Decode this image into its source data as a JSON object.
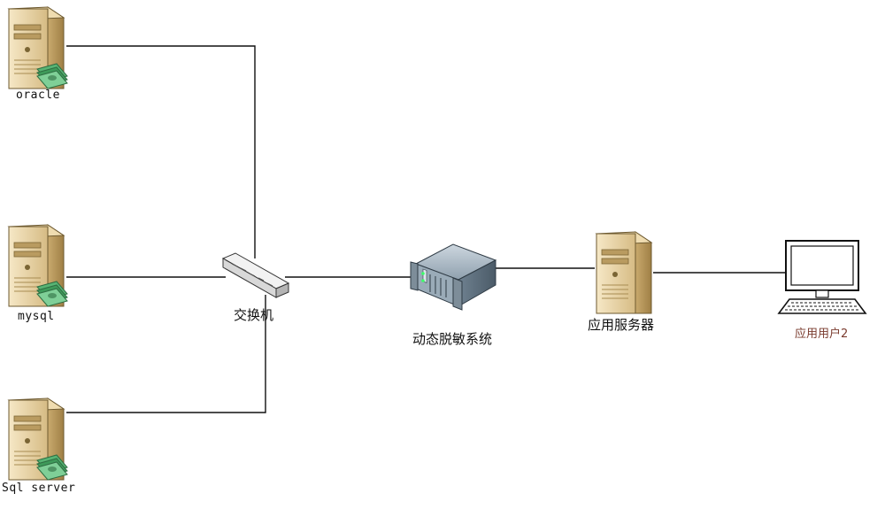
{
  "nodes": {
    "oracle": {
      "label": "oracle"
    },
    "mysql": {
      "label": "mysql"
    },
    "sqlserver": {
      "label": "Sql server"
    },
    "switch": {
      "label": "交换机"
    },
    "masking": {
      "label": "动态脱敏系统"
    },
    "appserver": {
      "label": "应用服务器"
    },
    "user": {
      "label": "应用用户2"
    }
  },
  "colors": {
    "line": "#111111",
    "server_body": "#e7d2a3",
    "server_shadow": "#a88c52",
    "money": "#3e9a5a",
    "user_label": "#7a3b2e"
  }
}
